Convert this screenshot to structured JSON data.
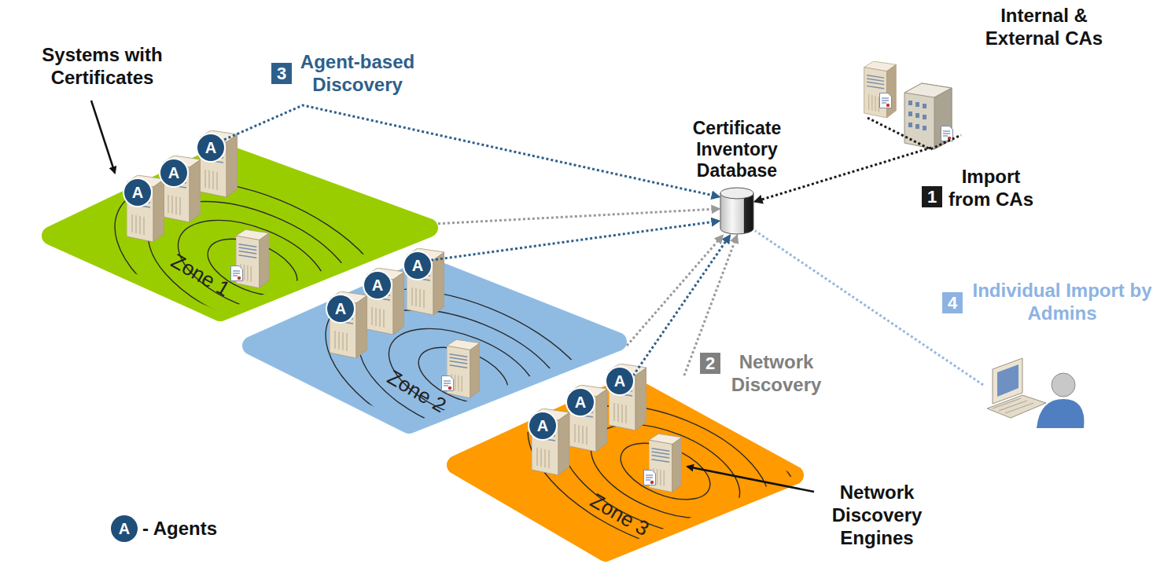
{
  "diagram": {
    "nodes": [
      {
        "text": [
          "Zone 1"
        ]
      },
      {
        "text": [
          "Zone 2"
        ]
      },
      {
        "text": [
          "Zone 3"
        ]
      },
      {
        "text": [
          "A"
        ],
        "in": 0
      },
      {
        "text": [
          "A"
        ],
        "in": 0
      },
      {
        "text": [
          "A"
        ],
        "in": 0
      },
      {
        "text": [
          "A"
        ],
        "in": 1
      },
      {
        "text": [
          "A"
        ],
        "in": 1
      },
      {
        "text": [
          "A"
        ],
        "in": 1
      },
      {
        "text": [
          "A"
        ],
        "in": 2
      },
      {
        "text": [
          "A"
        ],
        "in": 2
      },
      {
        "text": [
          "A"
        ],
        "in": 2
      },
      {
        "text": [
          "Certificate Inventory Database"
        ]
      },
      {
        "text": [
          "Internal & External CAs"
        ]
      },
      {
        "text": [
          "Individual Import by Admins"
        ]
      }
    ],
    "edges": [
      {
        "from": 5,
        "to": 12,
        "arrow": "to",
        "label": "Agent-based Discovery"
      },
      {
        "from": 8,
        "to": 12,
        "arrow": "to"
      },
      {
        "from": 11,
        "to": 12,
        "arrow": "to"
      },
      {
        "from": 0,
        "to": 12,
        "arrow": "to"
      },
      {
        "from": 1,
        "to": 12,
        "arrow": "to"
      },
      {
        "from": 2,
        "to": 12,
        "arrow": "to",
        "label": "Network Discovery"
      },
      {
        "from": 13,
        "to": 12,
        "arrow": "to",
        "label": "Import from CAs"
      },
      {
        "from": 14,
        "to": 12,
        "arrow": "none"
      }
    ],
    "labels": [
      "Systems with Certificates",
      "3",
      "2",
      "1",
      "4",
      "Network Discovery Engines",
      "A"
    ],
    "legend": [
      {
        "text": "- Agents"
      }
    ]
  }
}
